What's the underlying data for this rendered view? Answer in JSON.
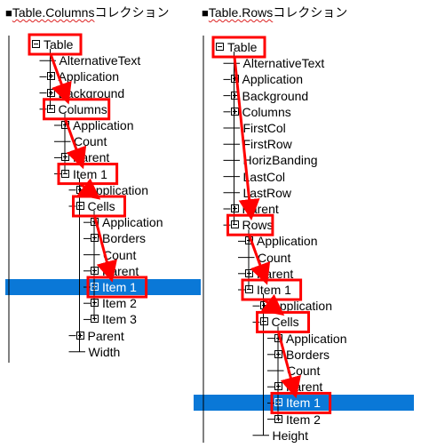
{
  "headings": {
    "left": {
      "square": "■",
      "object": "Table.Columns",
      "suffix": "コレクション"
    },
    "right": {
      "square": "■",
      "object": "Table.Rows",
      "suffix": "コレクション"
    }
  },
  "left_tree": [
    {
      "label": "Table",
      "icon": "minus",
      "level": 0
    },
    {
      "label": "AlternativeText",
      "icon": "none",
      "level": 1
    },
    {
      "label": "Application",
      "icon": "plus",
      "level": 1
    },
    {
      "label": "Background",
      "icon": "plus",
      "level": 1
    },
    {
      "label": "Columns",
      "icon": "minus",
      "level": 1
    },
    {
      "label": "Application",
      "icon": "plus",
      "level": 2
    },
    {
      "label": "Count",
      "icon": "none",
      "level": 2
    },
    {
      "label": "Parent",
      "icon": "plus",
      "level": 2
    },
    {
      "label": "Item 1",
      "icon": "minus",
      "level": 2
    },
    {
      "label": "Application",
      "icon": "plus",
      "level": 3
    },
    {
      "label": "Cells",
      "icon": "minus",
      "level": 3
    },
    {
      "label": "Application",
      "icon": "plus",
      "level": 4
    },
    {
      "label": "Borders",
      "icon": "plus",
      "level": 4
    },
    {
      "label": "Count",
      "icon": "none",
      "level": 4
    },
    {
      "label": "Parent",
      "icon": "plus",
      "level": 4
    },
    {
      "label": "Item 1",
      "icon": "plus",
      "level": 4,
      "selected": true
    },
    {
      "label": "Item 2",
      "icon": "plus",
      "level": 4
    },
    {
      "label": "Item 3",
      "icon": "plus",
      "level": 4
    },
    {
      "label": "Parent",
      "icon": "plus",
      "level": 3
    },
    {
      "label": "Width",
      "icon": "none",
      "level": 3
    }
  ],
  "right_tree": [
    {
      "label": "Table",
      "icon": "minus",
      "level": 0
    },
    {
      "label": "AlternativeText",
      "icon": "none",
      "level": 1
    },
    {
      "label": "Application",
      "icon": "plus",
      "level": 1
    },
    {
      "label": "Background",
      "icon": "plus",
      "level": 1
    },
    {
      "label": "Columns",
      "icon": "plus",
      "level": 1
    },
    {
      "label": "FirstCol",
      "icon": "none",
      "level": 1
    },
    {
      "label": "FirstRow",
      "icon": "none",
      "level": 1
    },
    {
      "label": "HorizBanding",
      "icon": "none",
      "level": 1
    },
    {
      "label": "LastCol",
      "icon": "none",
      "level": 1
    },
    {
      "label": "LastRow",
      "icon": "none",
      "level": 1
    },
    {
      "label": "Parent",
      "icon": "plus",
      "level": 1
    },
    {
      "label": "Rows",
      "icon": "minus",
      "level": 1
    },
    {
      "label": "Application",
      "icon": "plus",
      "level": 2
    },
    {
      "label": "Count",
      "icon": "none",
      "level": 2
    },
    {
      "label": "Parent",
      "icon": "plus",
      "level": 2
    },
    {
      "label": "Item 1",
      "icon": "minus",
      "level": 2
    },
    {
      "label": "Application",
      "icon": "plus",
      "level": 3
    },
    {
      "label": "Cells",
      "icon": "minus",
      "level": 3
    },
    {
      "label": "Application",
      "icon": "plus",
      "level": 4
    },
    {
      "label": "Borders",
      "icon": "plus",
      "level": 4
    },
    {
      "label": "Count",
      "icon": "none",
      "level": 4
    },
    {
      "label": "Parent",
      "icon": "plus",
      "level": 4
    },
    {
      "label": "Item 1",
      "icon": "plus",
      "level": 4,
      "selected": true
    },
    {
      "label": "Item 2",
      "icon": "plus",
      "level": 4
    },
    {
      "label": "Height",
      "icon": "none",
      "level": 3
    }
  ],
  "colors": {
    "highlight_box": "#ff0000",
    "arrow": "#ff0000",
    "selection": "#0a78d7"
  }
}
